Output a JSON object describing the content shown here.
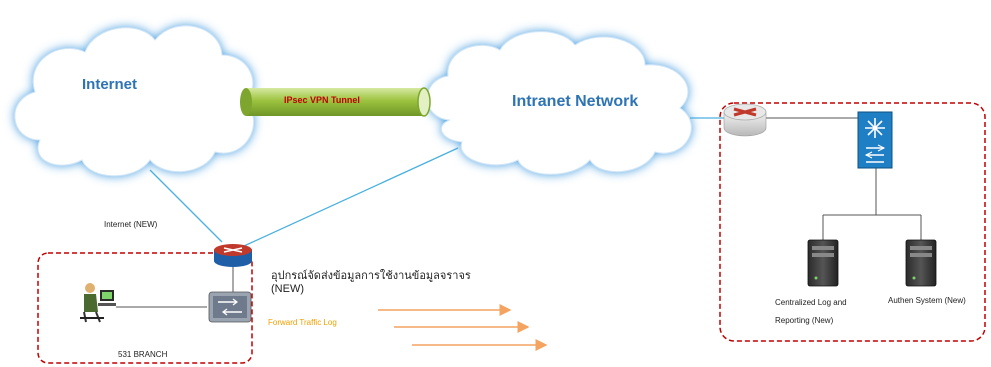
{
  "clouds": {
    "internet": "Internet",
    "intranet": "Intranet Network"
  },
  "tunnel": {
    "label": "IPsec VPN Tunnel"
  },
  "links": {
    "internet_new": "Internet (NEW)"
  },
  "branch": {
    "name": "531 BRANCH",
    "device_label_th": "อุปกรณ์จัดส่งข้อมูลการใช้งานข้อมูลจราจร",
    "device_label_new": "(NEW)",
    "forward_label": "Forward Traffic Log"
  },
  "datacenter": {
    "log_server_line1": "Centralized Log and",
    "log_server_line2": "Reporting (New)",
    "authen_server": "Authen System (New)"
  },
  "colors": {
    "cloud_glow": "#5aa9e6",
    "tunnel": "#8db33a",
    "tunnel_text": "#c00000",
    "link_line": "#4ab0e0",
    "dashed_border": "#c00000",
    "arrow": "#f4a460",
    "forward_text": "#f0a000"
  }
}
